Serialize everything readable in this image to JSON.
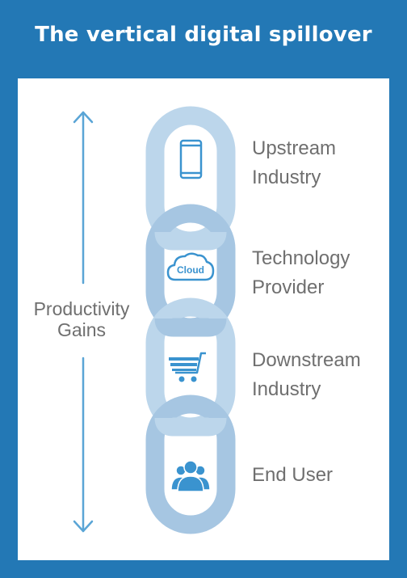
{
  "title": "The vertical digital spillover",
  "axis": {
    "label_line1": "Productivity",
    "label_line2": "Gains"
  },
  "chain": [
    {
      "line1": "Upstream",
      "line2": "Industry",
      "icon": "smartphone-icon"
    },
    {
      "line1": "Technology",
      "line2": "Provider",
      "icon": "cloud-icon",
      "icon_text": "Cloud"
    },
    {
      "line1": "Downstream",
      "line2": "Industry",
      "icon": "shopping-cart-icon"
    },
    {
      "line1": "End User",
      "line2": "",
      "icon": "users-icon"
    }
  ],
  "colors": {
    "background": "#2378b5",
    "panel": "#ffffff",
    "link_light": "#bcd6eb",
    "link_mid": "#a6c6e2",
    "icon": "#3a93cf",
    "text": "#6f6f6f",
    "arrow": "#5aa5d6"
  }
}
